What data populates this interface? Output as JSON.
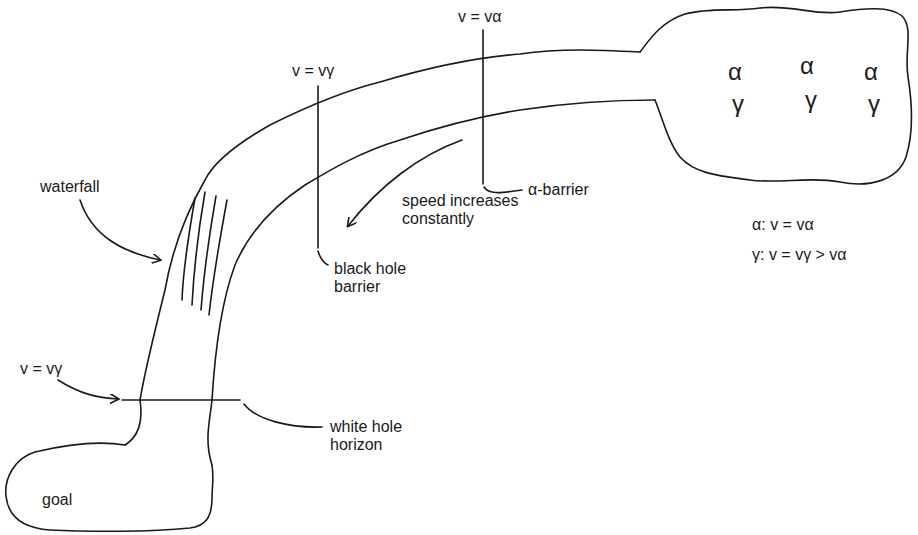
{
  "diagram": {
    "nodes": [
      {
        "text": [
          "α",
          "α",
          "α",
          "γ",
          "γ",
          "γ"
        ]
      },
      {
        "text": [
          "goal"
        ]
      }
    ],
    "labels": [
      "v = vα",
      "α-barrier",
      "speed increases constantly",
      "v = vγ",
      "black hole barrier",
      "waterfall",
      "v = vγ",
      "white hole horizon",
      "α: v = vα",
      "γ: v = vγ > vα"
    ]
  }
}
